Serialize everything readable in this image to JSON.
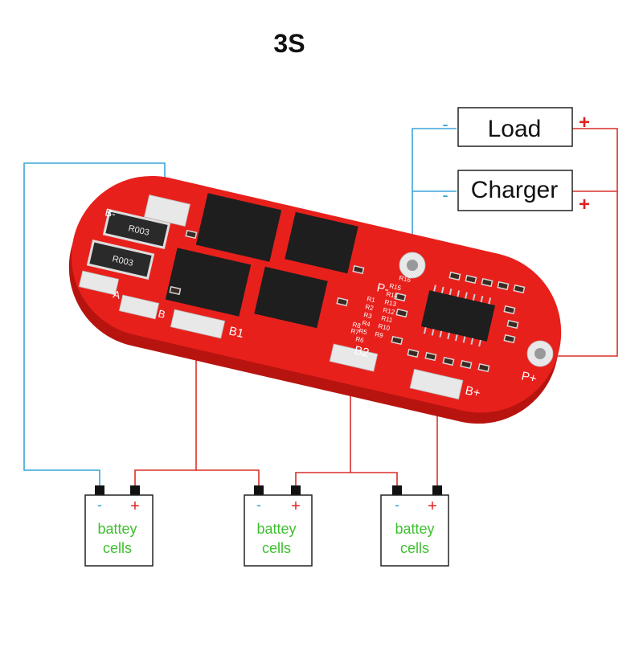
{
  "title": "3S",
  "boxes": {
    "load": {
      "label": "Load",
      "minus": "-",
      "plus": "+"
    },
    "charger": {
      "label": "Charger",
      "minus": "-",
      "plus": "+"
    }
  },
  "pcb": {
    "pads": {
      "b_minus": "B-",
      "b1": "B1",
      "b2": "B2",
      "b_plus": "B+",
      "p_minus": "P-",
      "p_plus": "P+",
      "a": "A",
      "b": "B"
    },
    "resistors": [
      "R003",
      "R003"
    ],
    "resistor_labels": [
      "R1",
      "R2",
      "R3",
      "R4",
      "R5",
      "R6",
      "R7",
      "R8",
      "R9",
      "R10",
      "R11",
      "R12",
      "R13",
      "R14",
      "R15",
      "R16"
    ]
  },
  "cells": [
    {
      "label_line1": "battey",
      "label_line2": "cells",
      "minus": "-",
      "plus": "+"
    },
    {
      "label_line1": "battey",
      "label_line2": "cells",
      "minus": "-",
      "plus": "+"
    },
    {
      "label_line1": "battey",
      "label_line2": "cells",
      "minus": "-",
      "plus": "+"
    }
  ],
  "colors": {
    "wire_blue": "#3aa6d8",
    "wire_red": "#d8302a",
    "pcb_red": "#e8201c",
    "pcb_dark": "#b8140f",
    "cell_text": "#3fbf2f",
    "minus_blue": "#2c9fd6",
    "plus_red": "#e02020",
    "chip_black": "#1e1e1e",
    "box_border": "#222222"
  }
}
